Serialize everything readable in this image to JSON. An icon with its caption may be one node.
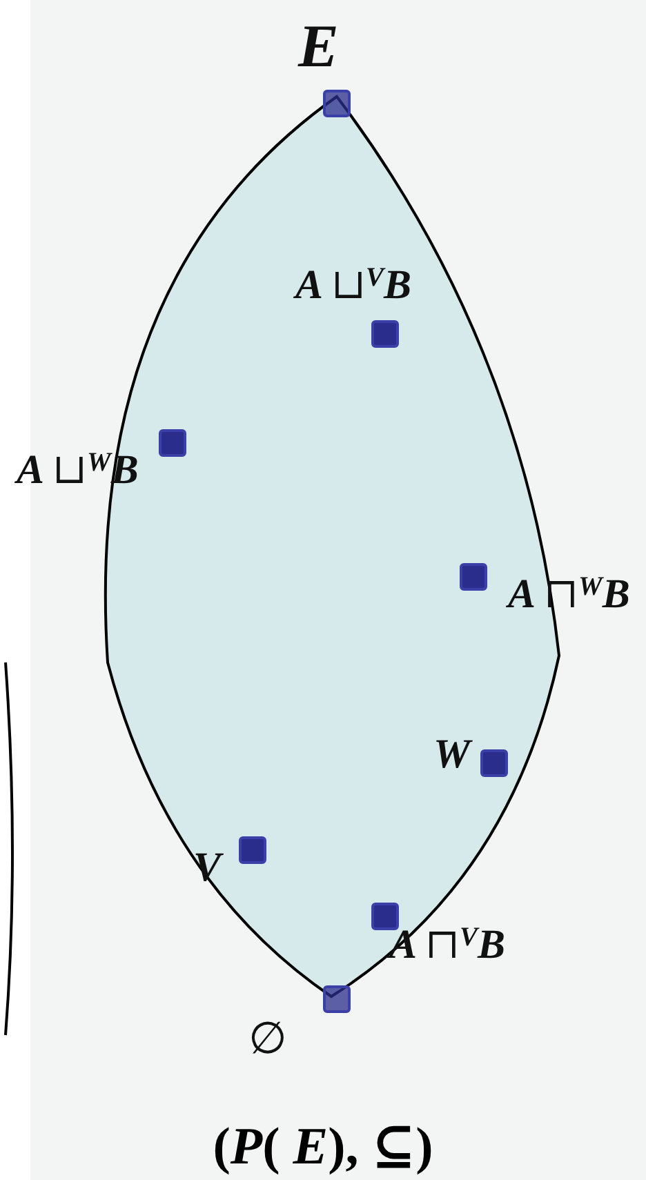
{
  "diagram": {
    "caption": "(*P*( *E*), ⊆)",
    "labels": [
      "E",
      "A ⊔$^{V}$B",
      "A ⊔$^{W}$B",
      "A ⊓$^{W}$B",
      "W",
      "V",
      "A ⊓$^{V}$B",
      "∅"
    ]
  }
}
